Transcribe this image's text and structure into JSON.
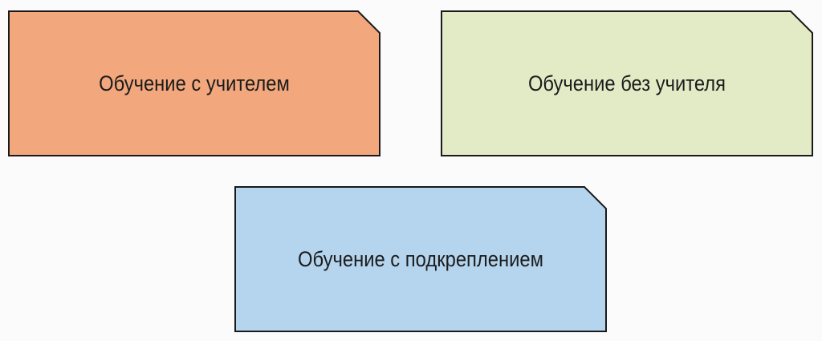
{
  "cards": [
    {
      "id": "supervised",
      "label": "Обучение с учителем",
      "color": "#f2a77d"
    },
    {
      "id": "unsupervised",
      "label": "Обучение без учителя",
      "color": "#e3ebc6"
    },
    {
      "id": "reinforcement",
      "label": "Обучение с подкреплением",
      "color": "#b5d5ef"
    }
  ],
  "border_color": "#1a1a1a"
}
